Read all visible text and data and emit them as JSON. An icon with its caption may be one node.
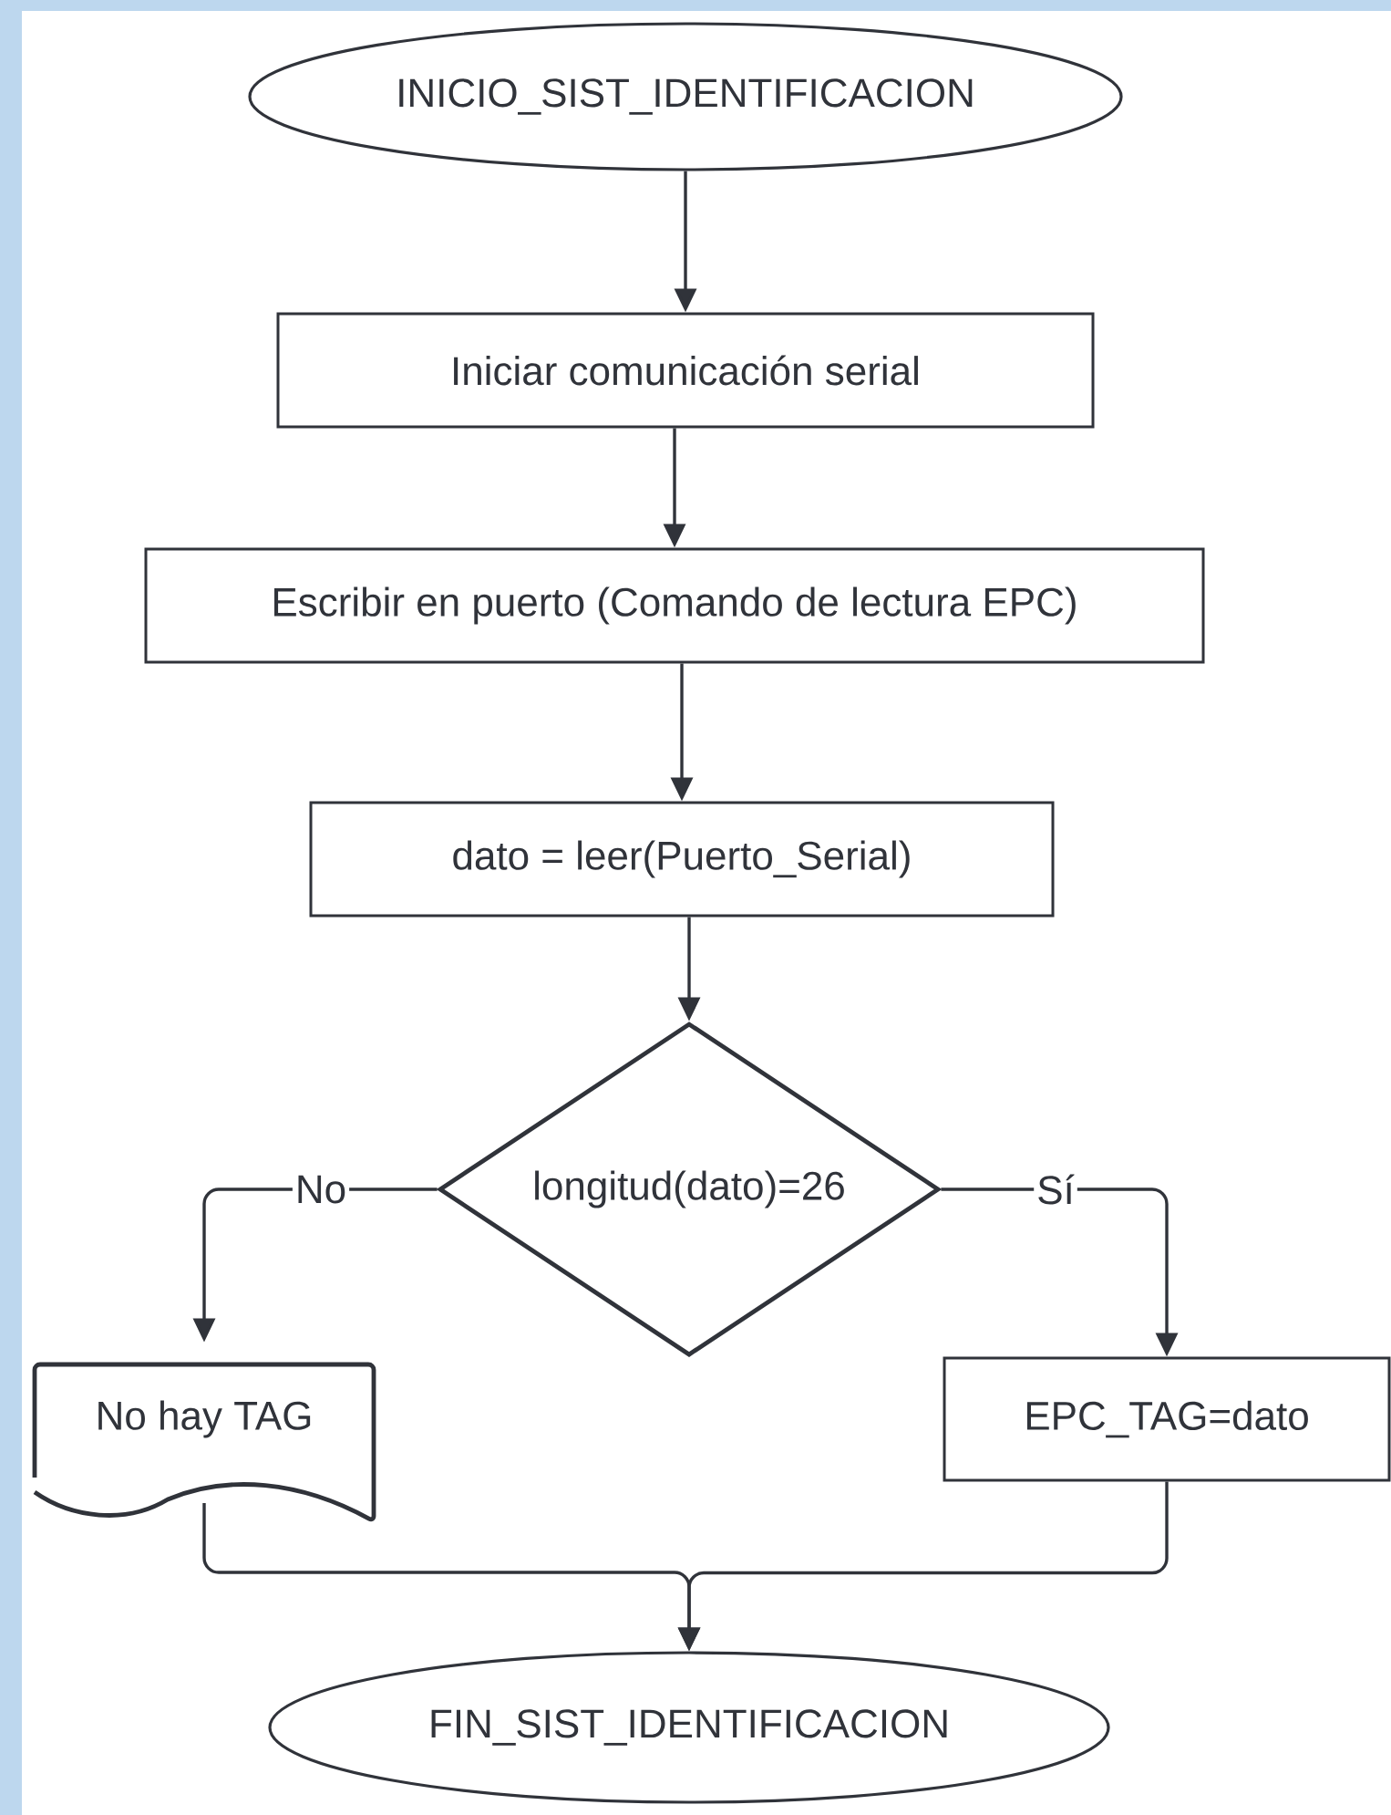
{
  "diagram": {
    "nodes": [
      {
        "text": [
          "INICIO_SIST_IDENTIFICACION"
        ]
      },
      {
        "text": [
          "Iniciar comunicación serial"
        ]
      },
      {
        "text": [
          "Escribir en puerto (Comando de lectura EPC)"
        ]
      },
      {
        "text": [
          "dato = leer(Puerto_Serial)"
        ]
      },
      {
        "text": [
          "longitud(dato)=26"
        ]
      },
      {
        "text": [
          "No hay TAG"
        ]
      },
      {
        "text": [
          "EPC_TAG=dato"
        ]
      },
      {
        "text": [
          "FIN_SIST_IDENTIFICACION"
        ]
      }
    ],
    "edges": [
      {
        "from": 0,
        "to": 1,
        "arrow": "to"
      },
      {
        "from": 1,
        "to": 2,
        "arrow": "to"
      },
      {
        "from": 2,
        "to": 3,
        "arrow": "to"
      },
      {
        "from": 3,
        "to": 4,
        "arrow": "to"
      },
      {
        "from": 4,
        "to": 5,
        "arrow": "to",
        "label": "No"
      },
      {
        "from": 4,
        "to": 6,
        "arrow": "to",
        "label": "Sí"
      },
      {
        "from": 5,
        "to": 7,
        "arrow": "to"
      },
      {
        "from": 6,
        "to": 7,
        "arrow": "to"
      }
    ]
  }
}
